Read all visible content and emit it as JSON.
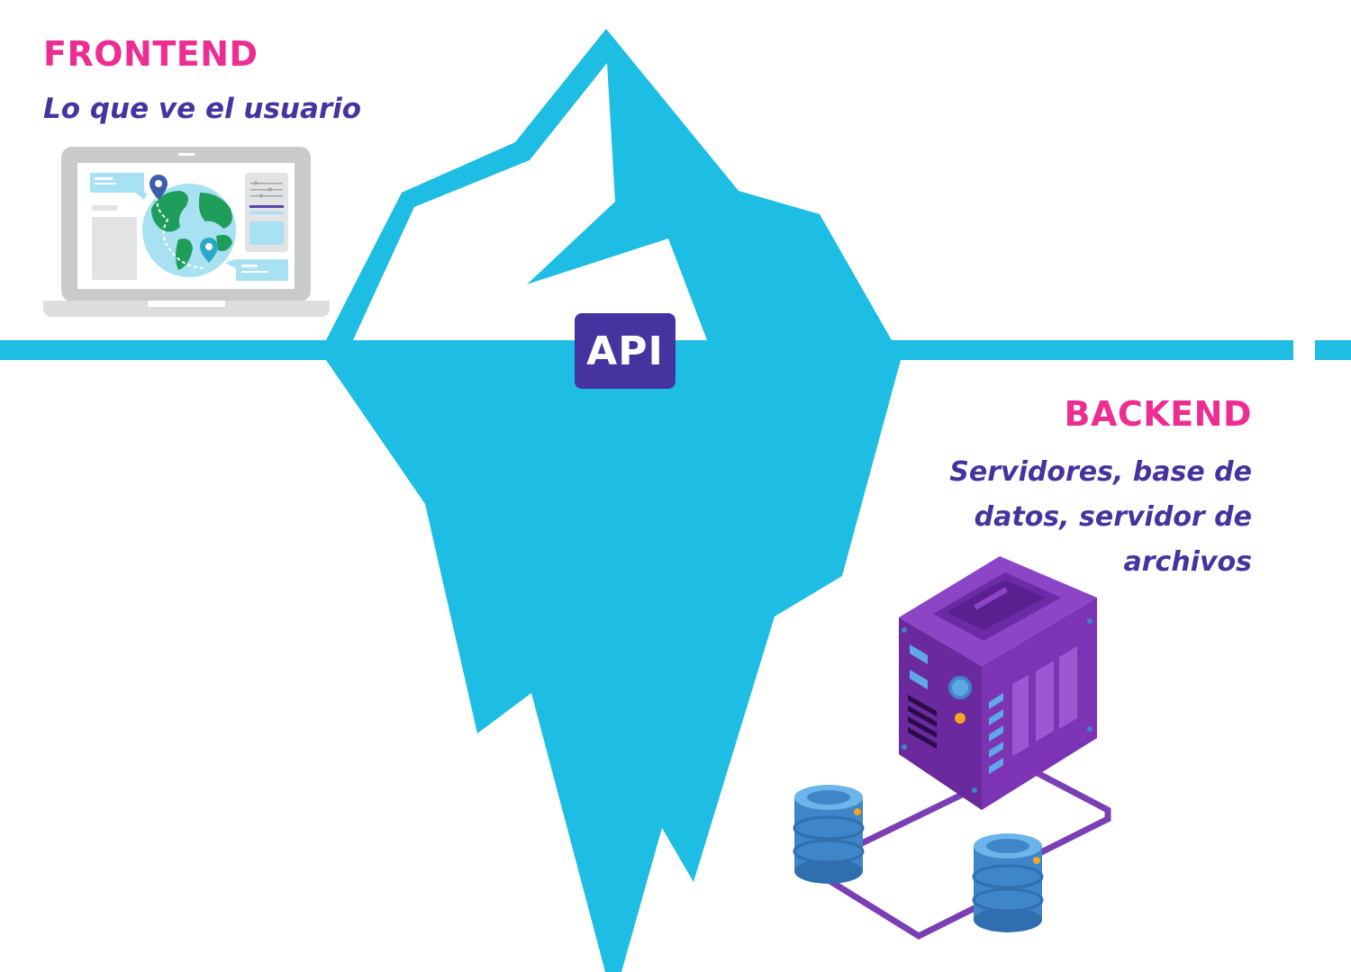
{
  "frontend": {
    "title": "FRONTEND",
    "subtitle": "Lo que ve el usuario"
  },
  "backend": {
    "title": "BACKEND",
    "subtitle": "Servidores, base de datos, servidor de archivos"
  },
  "api": {
    "label": "API"
  },
  "colors": {
    "iceberg": "#1EBDE4",
    "frontend_accent": "#ED2D92",
    "subtitle_text": "#4633A0",
    "api_badge": "#4633A0",
    "server": "#6A2A9E",
    "database": "#3E86C8"
  },
  "icons": [
    "laptop-icon",
    "globe-icon",
    "map-pin-icon",
    "server-icon",
    "database-icon"
  ]
}
